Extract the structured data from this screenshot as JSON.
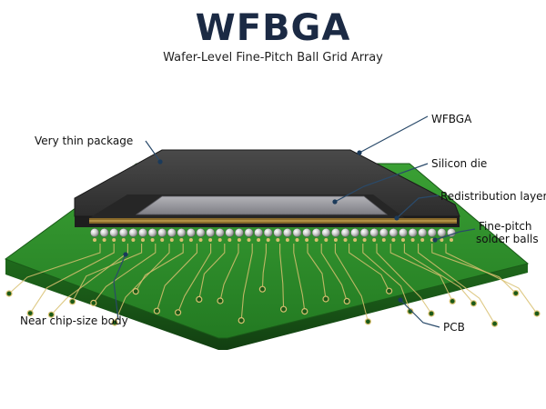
{
  "header": {
    "title": "WFBGA",
    "subtitle": "Wafer-Level Fine-Pitch Ball Grid Array"
  },
  "labels": {
    "very_thin_package": "Very thin package",
    "wfbga": "WFBGA",
    "silicon_die": "Silicon die",
    "redistribution_layer": "Redistribution layer",
    "fine_pitch_line1": "Fine-pitch",
    "fine_pitch_line2": "solder balls",
    "near_chip_size": "Near chip-size body",
    "pcb": "PCB"
  },
  "colors": {
    "title": "#1b2a44",
    "pcb_top": "#2f8a2a",
    "pcb_side": "#1f5d1c",
    "package_top": "#3a3a3a",
    "die": "#9a9aa0",
    "trace": "#d8c070",
    "solder_ball": "#d9d9d9",
    "leader_line": "#2a4a6a"
  },
  "icons": [
    "solder-ball-icon",
    "leader-dot-icon"
  ]
}
